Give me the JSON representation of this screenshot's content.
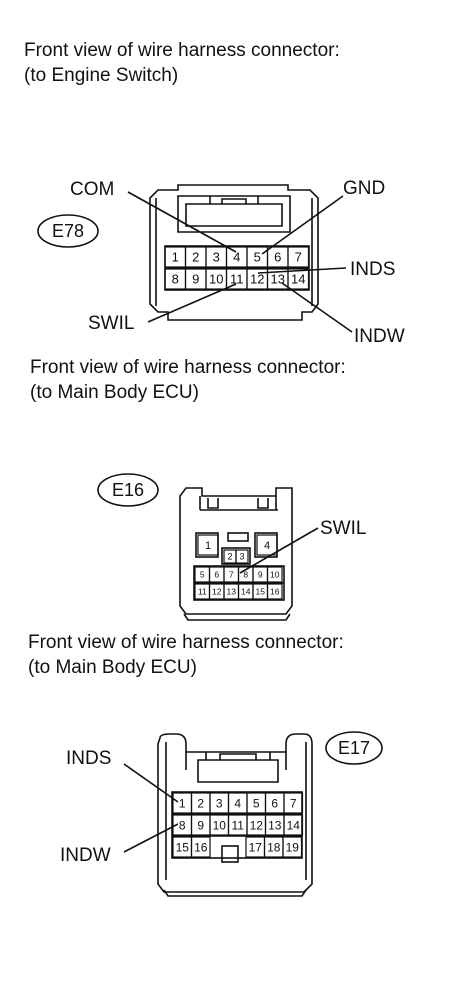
{
  "sections": [
    {
      "caption_line1": "Front view of wire harness connector:",
      "caption_line2": "(to Engine Switch)",
      "connector_id": "E78",
      "pins_row1": [
        "1",
        "2",
        "3",
        "4",
        "5",
        "6",
        "7"
      ],
      "pins_row2": [
        "8",
        "9",
        "10",
        "11",
        "12",
        "13",
        "14"
      ],
      "labels": {
        "com": "COM",
        "gnd": "GND",
        "inds": "INDS",
        "swil": "SWIL",
        "indw": "INDW"
      }
    },
    {
      "caption_line1": "Front view of wire harness connector:",
      "caption_line2": "(to Main Body ECU)",
      "connector_id": "E16",
      "pins_top": [
        "1",
        "4"
      ],
      "pins_mid": [
        "2",
        "3"
      ],
      "pins_row1": [
        "5",
        "6",
        "7",
        "8",
        "9",
        "10"
      ],
      "pins_row2": [
        "11",
        "12",
        "13",
        "14",
        "15",
        "16"
      ],
      "labels": {
        "swil": "SWIL"
      }
    },
    {
      "caption_line1": "Front view of wire harness connector:",
      "caption_line2": "(to Main Body ECU)",
      "connector_id": "E17",
      "pins_row1": [
        "1",
        "2",
        "3",
        "4",
        "5",
        "6",
        "7"
      ],
      "pins_row2": [
        "8",
        "9",
        "10",
        "11",
        "12",
        "13",
        "14"
      ],
      "pins_row3_left": [
        "15",
        "16"
      ],
      "pins_row3_right": [
        "17",
        "18",
        "19"
      ],
      "labels": {
        "inds": "INDS",
        "indw": "INDW"
      }
    }
  ]
}
